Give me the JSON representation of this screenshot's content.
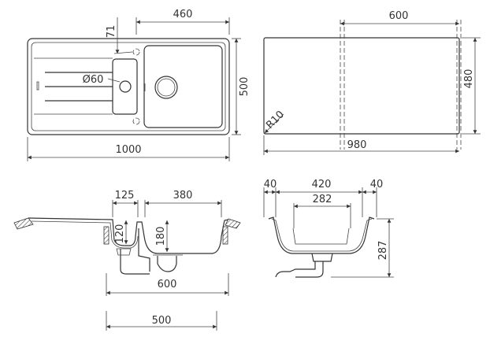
{
  "top_view": {
    "width_bowl": "460",
    "tap_offset": "71",
    "drain_diameter": "Ø60",
    "depth": "500",
    "total_width": "1000"
  },
  "cutout_view": {
    "inner_width": "600",
    "depth": "480",
    "radius": "R10",
    "width": "980"
  },
  "side_section": {
    "small_bowl": "125",
    "main_bowl": "380",
    "small_depth": "120",
    "main_depth": "180",
    "cabinet": "600",
    "min_cabinet": "500"
  },
  "front_section": {
    "left_rim": "40",
    "bowl_width": "420",
    "right_rim": "40",
    "bottom_width": "282",
    "height": "287"
  }
}
